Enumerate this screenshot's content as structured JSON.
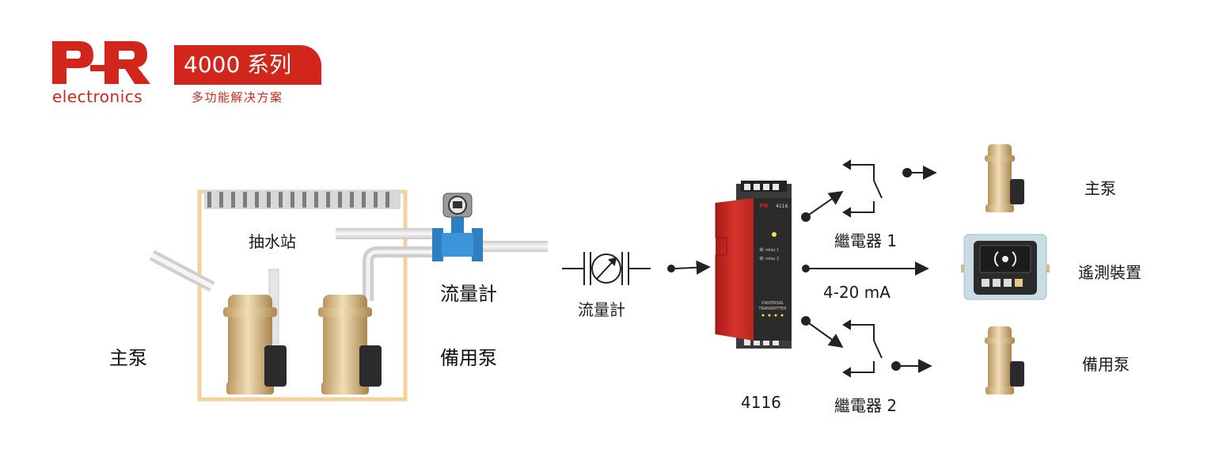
{
  "brand": {
    "logo_letters": "PR",
    "logo_sub": "electronics",
    "series": "4000 系列",
    "series_sub": "多功能解决方案"
  },
  "left_diagram": {
    "station_label": "抽水站",
    "flowmeter_label": "流量計",
    "main_pump_label": "主泵",
    "standby_pump_label": "備用泵"
  },
  "right_diagram": {
    "flowmeter_symbol_label": "流量計",
    "device_label": "4116",
    "device_model_text": "4116",
    "device_brand": "PR",
    "device_panel_text_1": "UNIVERSAL",
    "device_panel_text_2": "TRANSMITTER",
    "relay_led_1": "relay 1",
    "relay_led_2": "relay 2",
    "relay1_label": "繼電器 1",
    "relay2_label": "繼電器 2",
    "analog_label": "4-20 mA",
    "main_pump_label": "主泵",
    "telemetry_label": "遙測裝置",
    "standby_pump_label": "備用泵"
  },
  "colors": {
    "brand_red": "#d2261d",
    "pipe_grey": "#dcdcdc",
    "pump_tan": "#d6b98a",
    "tank_border": "#f1d29e",
    "flowmeter_blue": "#2e7fc2"
  }
}
